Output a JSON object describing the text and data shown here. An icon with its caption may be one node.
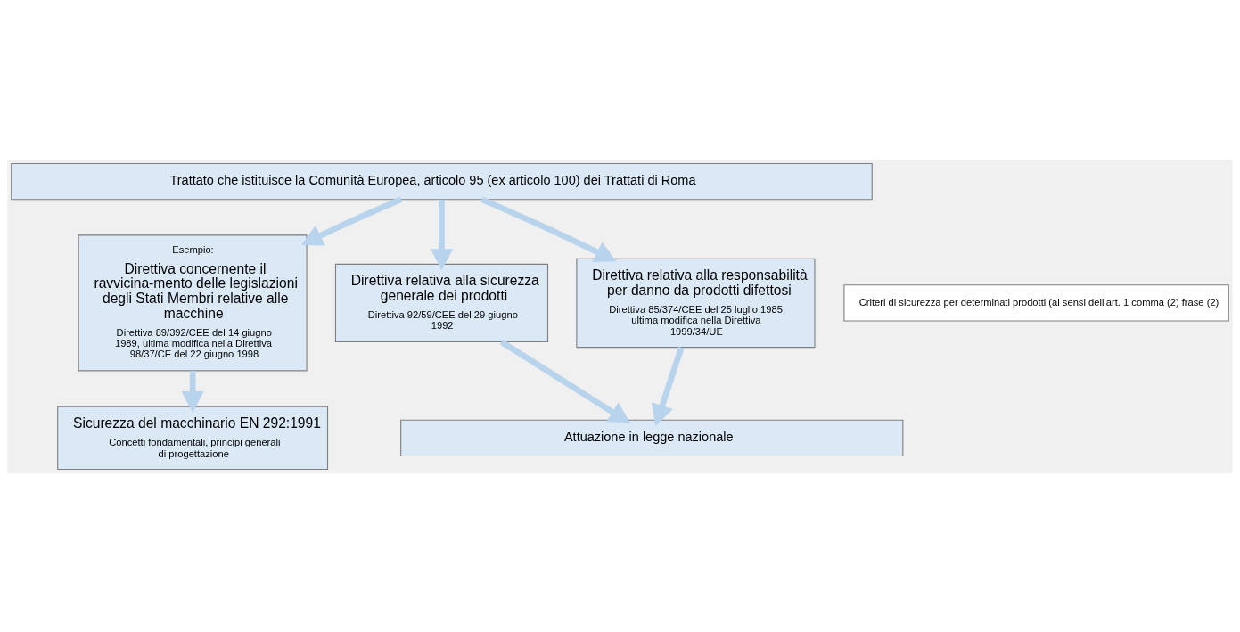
{
  "diagram": {
    "nodes": [
      {
        "text": [
          "Trattato che istituisce la Comunità Europea, articolo 95 (ex articolo 100) dei Trattati di Roma"
        ]
      },
      {
        "text": [
          "Direttiva relativa alla sicurezza generale dei prodotti",
          "Direttiva 92/59/CEE del 29 giugno 1992"
        ]
      },
      {
        "text": [
          "Direttiva relativa alla responsabilità per danno da prodotti difettosi",
          "Direttiva 85/374/CEE del 25 luglio 1985, ultima modifica nella Direttiva 1999/34/UE"
        ]
      },
      {
        "text": [
          "Esempio:",
          "Direttiva concernente il ravvicina-mento delle legislazioni degli Stati Membri relative alle macchine",
          "Direttiva 89/392/CEE del 14 giugno 1989, ultima modifica nella Direttiva 98/37/CE del 22 giugno 1998"
        ]
      },
      {
        "text": [
          "Criteri di sicurezza per determinati prodotti (ai sensi dell’art. 1 comma (2) frase (2)"
        ]
      },
      {
        "text": [
          "Attuazione in legge nazionale"
        ]
      },
      {
        "text": [
          "Sicurezza del macchinario EN 292:1991",
          "Concetti fondamentali, principi generali di progettazione"
        ]
      }
    ],
    "edges": [
      {
        "from": 0,
        "to": 3,
        "arrow": "to"
      },
      {
        "from": 0,
        "to": 1,
        "arrow": "to"
      },
      {
        "from": 0,
        "to": 2,
        "arrow": "to"
      },
      {
        "from": 1,
        "to": 5,
        "arrow": "to"
      },
      {
        "from": 2,
        "to": 5,
        "arrow": "to"
      },
      {
        "from": 3,
        "to": 6,
        "arrow": "to"
      }
    ]
  }
}
